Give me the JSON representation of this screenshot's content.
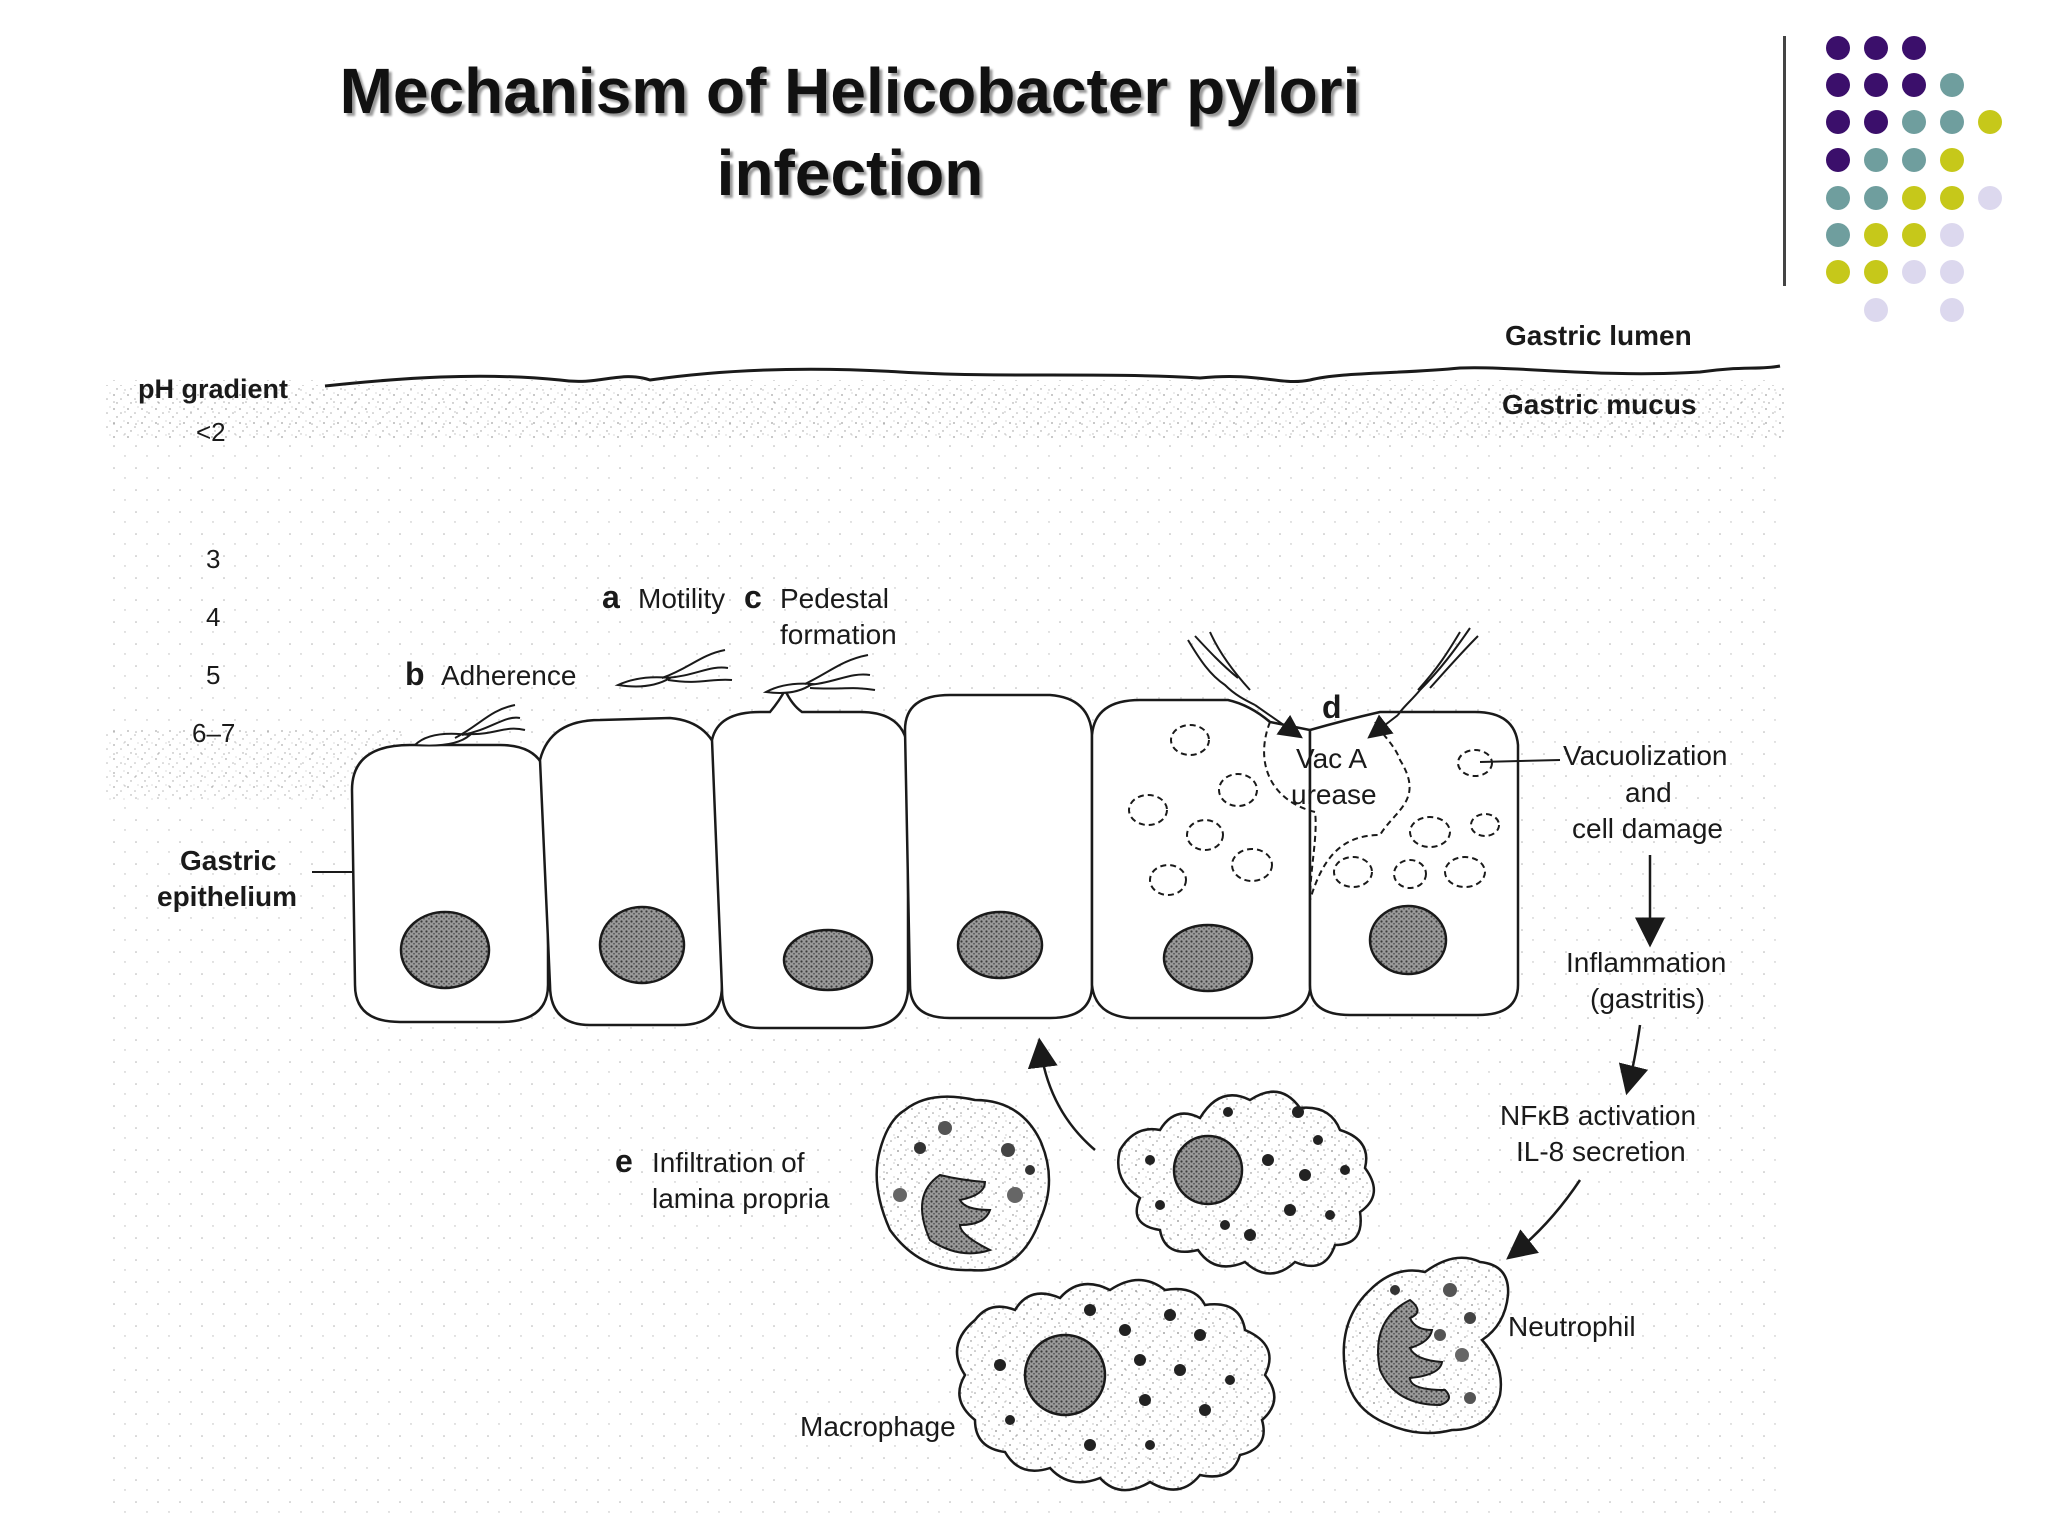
{
  "slide": {
    "title_line1": "Mechanism of Helicobacter pylori",
    "title_line2": "infection",
    "accent_colors": [
      "#3b0f6b",
      "#6f9e9e",
      "#c6c81a",
      "#dcd8ee"
    ]
  },
  "diagram": {
    "ph_gradient_label": "pH gradient",
    "ph_values": [
      "<2",
      "3",
      "4",
      "5",
      "6–7"
    ],
    "gastric_lumen": "Gastric lumen",
    "gastric_mucus": "Gastric mucus",
    "gastric_epithelium_line1": "Gastric",
    "gastric_epithelium_line2": "epithelium",
    "step_a_letter": "a",
    "step_a_text": "Motility",
    "step_b_letter": "b",
    "step_b_text": "Adherence",
    "step_c_letter": "c",
    "step_c_line1": "Pedestal",
    "step_c_line2": "formation",
    "step_d_letter": "d",
    "step_d_line1": "Vac A",
    "step_d_line2": "urease",
    "vacuolization_line1": "Vacuolization",
    "vacuolization_line2": "and",
    "vacuolization_line3": "cell damage",
    "inflammation_line1": "Inflammation",
    "inflammation_line2": "(gastritis)",
    "nfkb_line1": "NFκB activation",
    "nfkb_line2": "IL-8 secretion",
    "step_e_letter": "e",
    "step_e_line1": "Infiltration of",
    "step_e_line2": "lamina propria",
    "neutrophil": "Neutrophil",
    "macrophage": "Macrophage"
  }
}
